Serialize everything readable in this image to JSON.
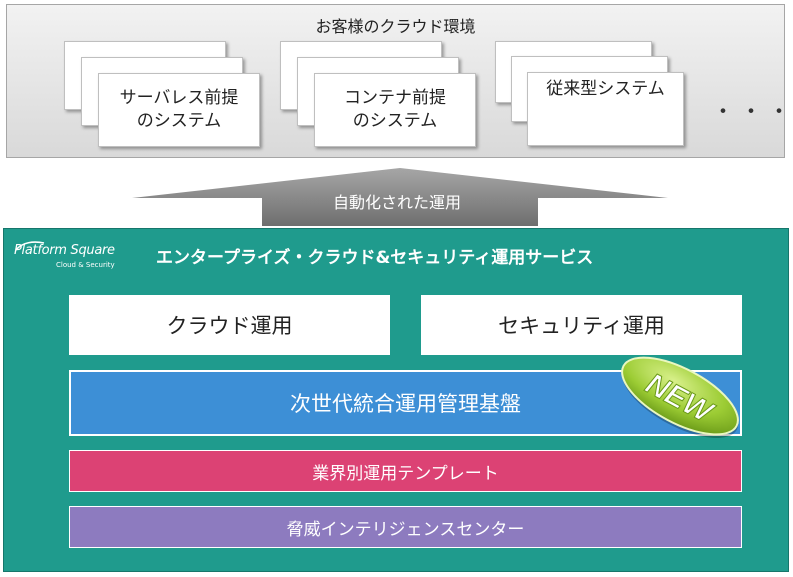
{
  "customer_env": {
    "title": "お客様のクラウド環境",
    "groups": [
      {
        "label": "サーバレス前提\nのシステム"
      },
      {
        "label": "コンテナ前提\nのシステム"
      },
      {
        "label": "従来型システム"
      }
    ],
    "more": "・・・"
  },
  "arrow": {
    "label": "自動化された運用"
  },
  "service": {
    "logo_main": "Platform Square",
    "logo_sub": "Cloud & Security",
    "title": "エンタープライズ・クラウド&セキュリティ運用サービス",
    "cloud_ops": "クラウド運用",
    "security_ops": "セキュリティ運用",
    "platform": "次世代統合運用管理基盤",
    "badge": "NEW",
    "templates": "業界別運用テンプレート",
    "threat_center": "脅威インテリジェンスセンター"
  },
  "colors": {
    "panel": "#1f9b8d",
    "platform": "#3d8fd6",
    "templates": "#dc4274",
    "threat_center": "#8d7bbf",
    "arrow": "#808080",
    "badge": "#9ccc34"
  }
}
